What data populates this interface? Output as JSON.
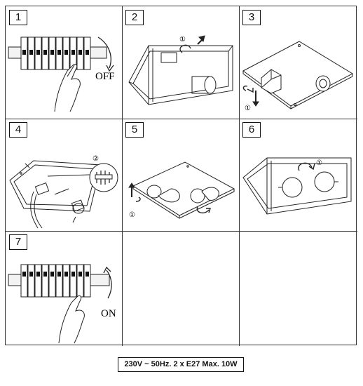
{
  "steps": [
    {
      "number": "1",
      "label": "OFF"
    },
    {
      "number": "2",
      "marker": "①"
    },
    {
      "number": "3",
      "marker": "①"
    },
    {
      "number": "4",
      "marker": "②"
    },
    {
      "number": "5",
      "marker": "①"
    },
    {
      "number": "6",
      "marker": "①"
    },
    {
      "number": "7",
      "label": "ON"
    }
  ],
  "spec": "230V ~ 50Hz. 2 x E27 Max. 10W"
}
